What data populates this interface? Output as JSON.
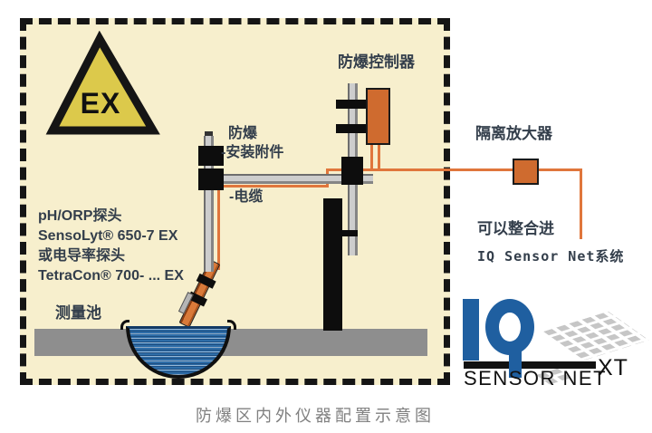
{
  "colors": {
    "zone_background": "#f7efcd",
    "ex_triangle_yellow": "#dcc94b",
    "device_orange": "#cf6b2f",
    "cable_orange": "#e0763c",
    "water_blue": "#2e6da8",
    "platform_gray": "#8e8e8e",
    "logo_blue": "#1f5fa0",
    "label_text": "#333e4b",
    "caption_text": "#808080"
  },
  "ex_zone": {
    "ex_symbol": "EX",
    "controller_label": "防爆控制器",
    "exproof_group": {
      "title": "防爆",
      "mounting_item": "-安装附件",
      "cable_item": "-电缆"
    },
    "probe_block": {
      "line1": "pH/ORP探头",
      "line2": "SensoLyt® 650-7 EX",
      "line3": "或电导率探头",
      "line4": "TetraCon® 700- ... EX"
    },
    "basin_label": "测量池"
  },
  "outside": {
    "amplifier_label": "隔离放大器",
    "integration_line1": "可以整合进",
    "integration_line2": "IQ Sensor Net系统"
  },
  "logo": {
    "sensor_net": "SENSOR NET",
    "xt": "XT"
  },
  "caption": "防爆区内外仪器配置示意图"
}
